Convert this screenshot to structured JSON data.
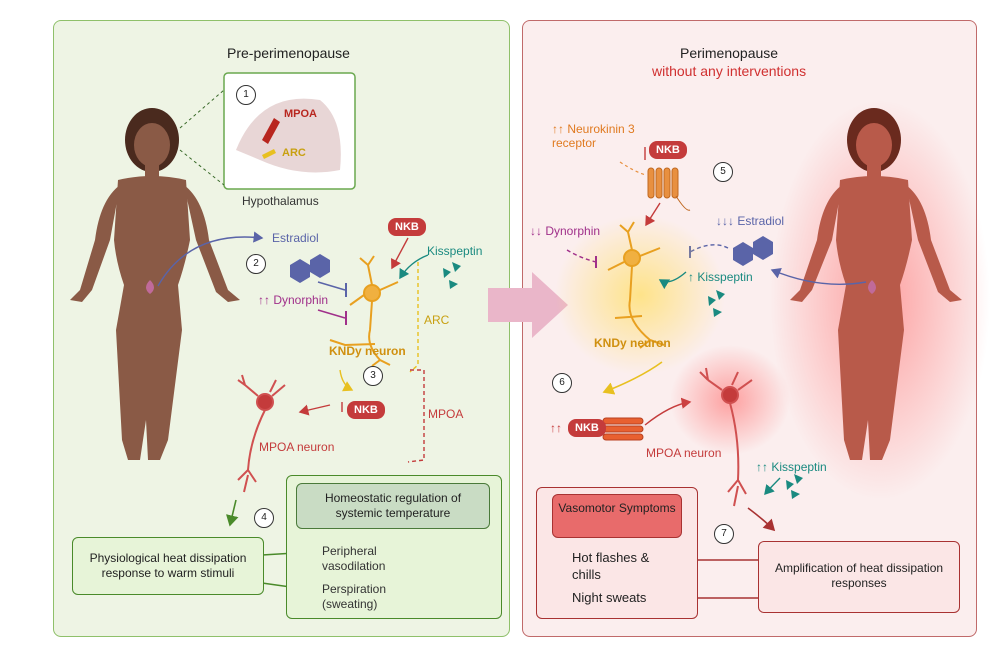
{
  "left_panel": {
    "title": "Pre-perimenopause",
    "hypothalamus": {
      "label": "Hypothalamus",
      "mpoa": "MPOA",
      "arc": "ARC"
    },
    "estradiol": "Estradiol",
    "nkb": "NKB",
    "kisspeptin": "Kisspeptin",
    "dynorphin": "Dynorphin",
    "arc_label": "ARC",
    "kndy_neuron": "KNDy neuron",
    "nkb_down": "NKB",
    "mpoa_label": "MPOA",
    "mpoa_neuron": "MPOA neuron",
    "homeostatic": "Homeostatic regulation of systemic temperature",
    "physiological": "Physiological heat dissipation response to warm stimuli",
    "peripheral": "Peripheral vasodilation",
    "perspiration": "Perspiration (sweating)",
    "numbers": [
      "1",
      "2",
      "3",
      "4"
    ]
  },
  "right_panel": {
    "title": "Perimenopause",
    "subtitle": "without any interventions",
    "neurokinin_receptor": "Neurokinin 3 receptor",
    "nkb": "NKB",
    "dynorphin": "Dynorphin",
    "estradiol": "Estradiol",
    "kisspeptin": "Kisspeptin",
    "kndy_neuron": "KNDy neuron",
    "nkb_receptor": "NKB",
    "mpoa_neuron": "MPOA neuron",
    "kisspeptin2": "Kisspeptin",
    "vasomotor": "Vasomotor Symptoms",
    "hot_flashes": "Hot flashes & chills",
    "night_sweats": "Night sweats",
    "amplification": "Amplification of heat dissipation responses",
    "numbers": [
      "5",
      "6",
      "7"
    ]
  },
  "colors": {
    "left_bg": "#eef4e4",
    "left_border": "#8fc06a",
    "right_bg": "#fbeeee",
    "right_border": "#c06a6a",
    "estradiol": "#5a64a8",
    "kisspeptin": "#1a8a80",
    "dynorphin": "#a0308a",
    "nkb": "#c43b3b",
    "kndy": "#e8a020",
    "arrow": "#e8b4c8"
  }
}
